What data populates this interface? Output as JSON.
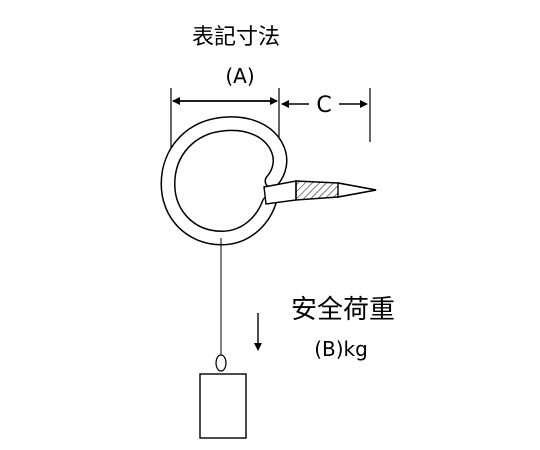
{
  "title": "表記寸法",
  "dim_a": "(A)",
  "dim_c": "C",
  "load_title": "安全荷重",
  "load_unit": "(B)kg",
  "colors": {
    "stroke": "#000000",
    "fill": "#ffffff"
  }
}
